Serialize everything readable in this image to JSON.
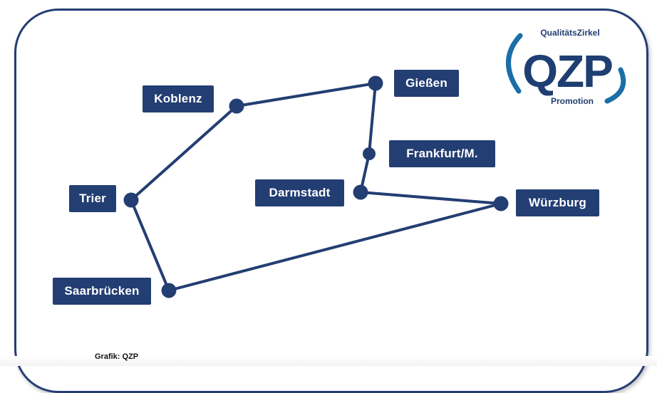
{
  "logo": {
    "top_text": "QualitätsZirkel",
    "main_text": "QZP",
    "bottom_text": "Promotion",
    "colors": {
      "text": "#1f3e72",
      "arc": "#1a6fa8"
    }
  },
  "colors": {
    "route": "#233e72",
    "node": "#233e72",
    "label_bg": "#233e72",
    "label_text": "#ffffff",
    "frame": "#243e74"
  },
  "route": {
    "nodes": [
      {
        "id": "giessen",
        "label": "Gießen"
      },
      {
        "id": "frankfurt",
        "label": "Frankfurt/M."
      },
      {
        "id": "darmstadt",
        "label": "Darmstadt"
      },
      {
        "id": "wuerzburg",
        "label": "Würzburg"
      },
      {
        "id": "saarbruecken",
        "label": "Saarbrücken"
      },
      {
        "id": "trier",
        "label": "Trier"
      },
      {
        "id": "koblenz",
        "label": "Koblenz"
      }
    ],
    "edges": [
      [
        "koblenz",
        "giessen"
      ],
      [
        "giessen",
        "frankfurt"
      ],
      [
        "frankfurt",
        "darmstadt"
      ],
      [
        "darmstadt",
        "wuerzburg"
      ],
      [
        "wuerzburg",
        "saarbruecken"
      ],
      [
        "saarbruecken",
        "trier"
      ],
      [
        "trier",
        "koblenz"
      ]
    ]
  },
  "credit": "Grafik: QZP"
}
